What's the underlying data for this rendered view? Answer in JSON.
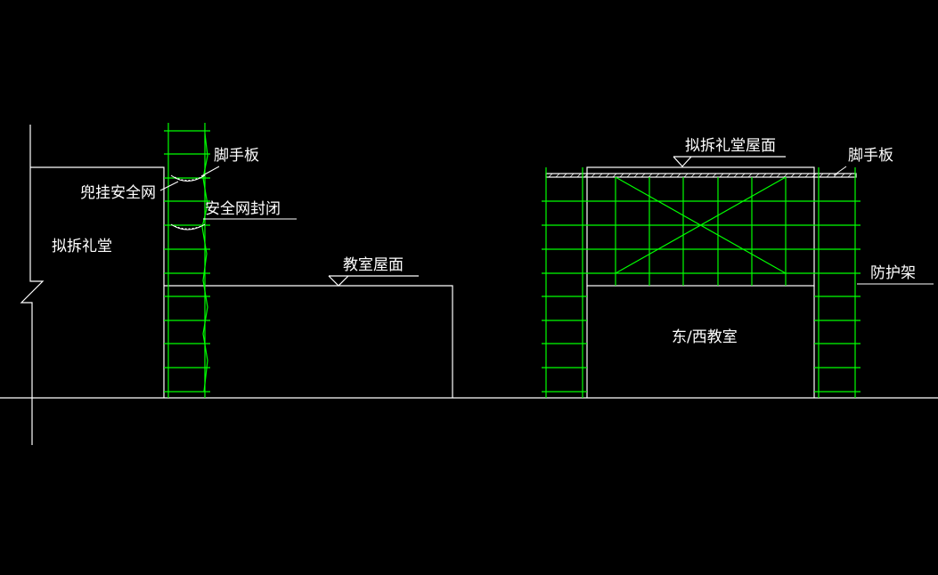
{
  "colors": {
    "background": "#000000",
    "structure_line": "#ffffff",
    "scaffold": "#00ff00"
  },
  "labels": {
    "demolish_hall": "拟拆礼堂",
    "hung_safety_net": "兜挂安全网",
    "scaffold_board_left": "脚手板",
    "safety_net_seal": "安全网封闭",
    "classroom_roof": "教室屋面",
    "hall_roof_demolish": "拟拆礼堂屋面",
    "scaffold_board_right": "脚手板",
    "protection_frame": "防护架",
    "east_west_classroom": "东/西教室"
  }
}
